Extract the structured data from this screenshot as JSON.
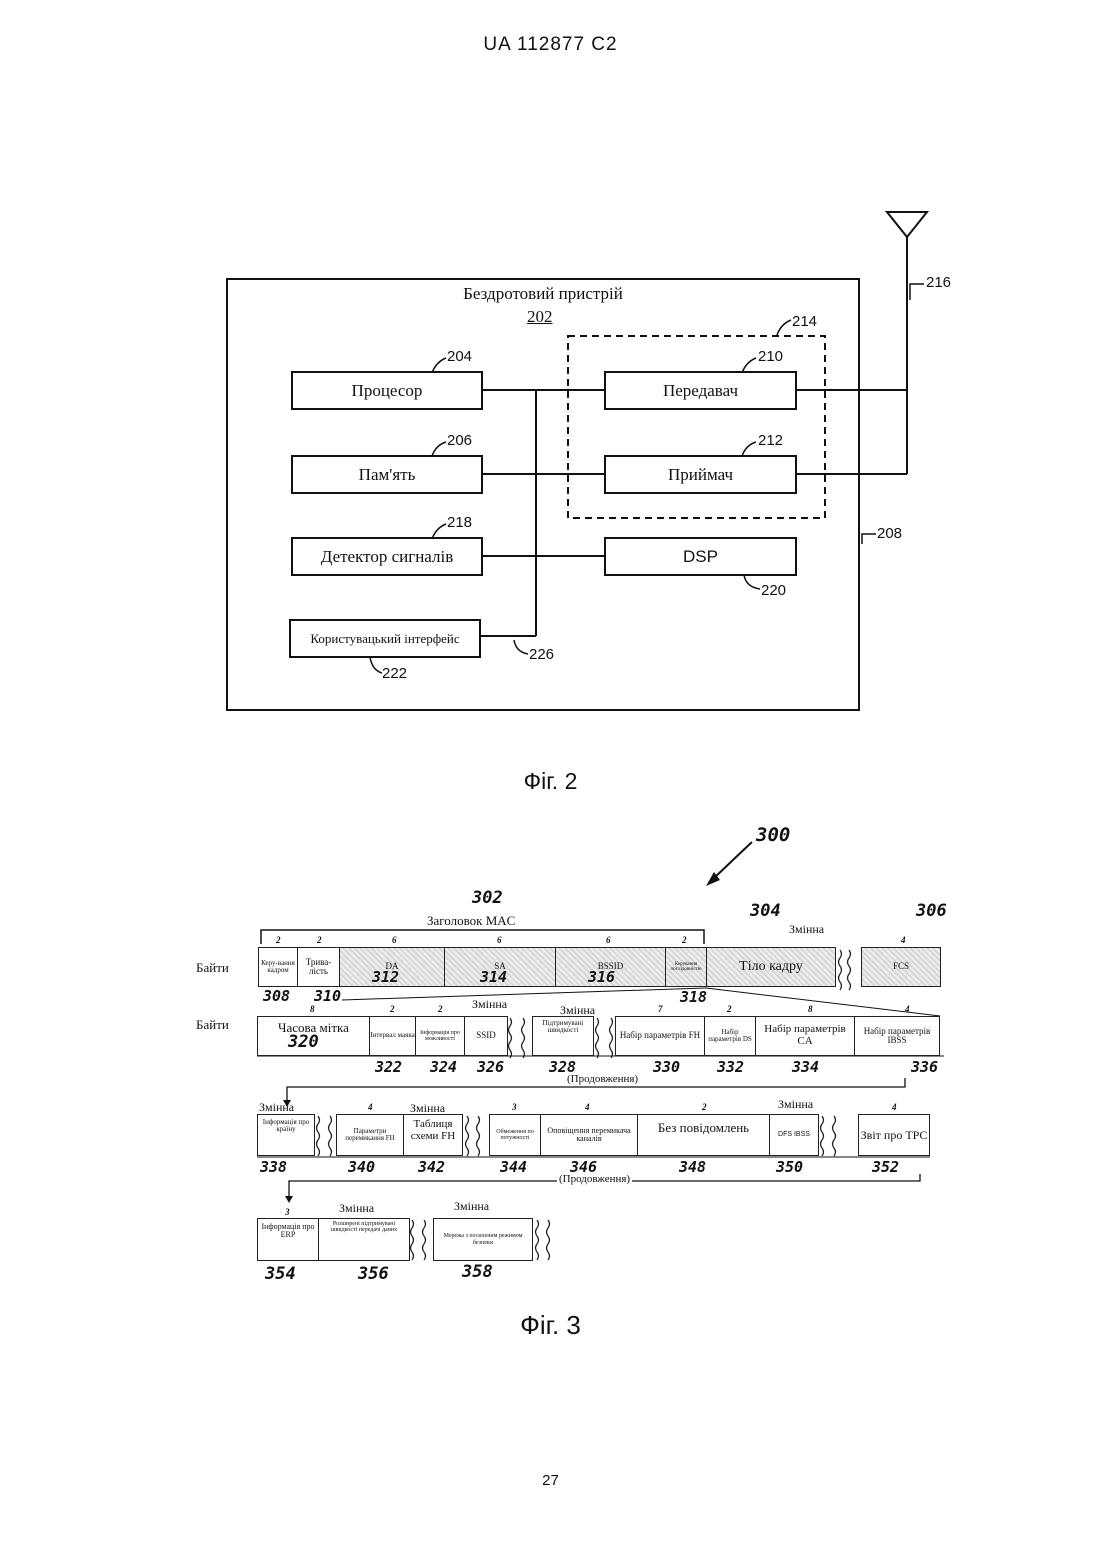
{
  "header": "UA 112877 C2",
  "page_number": "27",
  "fig2": {
    "caption": "Фіг. 2",
    "device_title": "Бездротовий пристрій",
    "device_ref": "202",
    "blocks": {
      "processor": {
        "label": "Процесор",
        "ref": "204"
      },
      "memory": {
        "label": "Пам'ять",
        "ref": "206"
      },
      "signal_detector": {
        "label": "Детектор сигналів",
        "ref": "218"
      },
      "user_interface": {
        "label": "Користувацький інтерфейс",
        "ref": "222"
      },
      "transmitter": {
        "label": "Передавач",
        "ref": "210"
      },
      "receiver": {
        "label": "Приймач",
        "ref": "212"
      },
      "dsp": {
        "label": "DSP",
        "ref": "220"
      }
    },
    "refs": {
      "antenna": "216",
      "housing": "208",
      "transceiver": "214",
      "bus": "226"
    }
  },
  "fig3": {
    "caption": "Фіг. 3",
    "ref_main": "300",
    "ref_mac": "302",
    "mac_header_label": "Заголовок MAC",
    "variable": "Змінна",
    "bytes_label": "Байти",
    "continued": "(Продовження)",
    "row1": [
      {
        "label": "Керу-вання кадром",
        "bytes": "2",
        "ref": "308"
      },
      {
        "label": "Трива-лість",
        "bytes": "2",
        "ref": "310"
      },
      {
        "label": "DA",
        "bytes": "6",
        "ref": "312"
      },
      {
        "label": "SA",
        "bytes": "6",
        "ref": "314"
      },
      {
        "label": "BSSID",
        "bytes": "6",
        "ref": "316"
      },
      {
        "label": "Керування послідовністю",
        "bytes": "2",
        "ref": "318"
      },
      {
        "label": "Тіло кадру",
        "ref": "304"
      },
      {
        "label": "FCS",
        "bytes": "4",
        "ref": "306"
      }
    ],
    "row2": [
      {
        "label": "Часова мітка",
        "bytes": "8",
        "ref": "320"
      },
      {
        "label": "Інтервал маяка",
        "bytes": "2",
        "ref": "322"
      },
      {
        "label": "Інформація про можливості",
        "bytes": "2",
        "ref": "324"
      },
      {
        "label": "SSID",
        "ref": "326"
      },
      {
        "label": "Підтримувані швидкості",
        "ref": "328"
      },
      {
        "label": "Набір параметрів FH",
        "bytes": "7",
        "ref": "330"
      },
      {
        "label": "Набір параметрів DS",
        "bytes": "2",
        "ref": "332"
      },
      {
        "label": "Набір параметрів CA",
        "bytes": "8",
        "ref": "334"
      },
      {
        "label": "Набір параметрів IBSS",
        "bytes": "4",
        "ref": "336"
      }
    ],
    "row3": [
      {
        "label": "Інформація про країну",
        "ref": "338"
      },
      {
        "label": "Параметри перемикання FH",
        "bytes": "4",
        "ref": "340"
      },
      {
        "label": "Таблиця схеми FH",
        "ref": "342"
      },
      {
        "label": "Обмеження по потужності",
        "bytes": "3",
        "ref": "344"
      },
      {
        "label": "Оповіщення перемикача каналів",
        "bytes": "4",
        "ref": "346"
      },
      {
        "label": "Без повідомлень",
        "bytes": "2",
        "ref": "348"
      },
      {
        "label": "DFS IBSS",
        "ref": "350"
      },
      {
        "label": "Звіт про TPC",
        "bytes": "4",
        "ref": "352"
      }
    ],
    "row4": [
      {
        "label": "Інформація про ERP",
        "bytes": "3",
        "ref": "354"
      },
      {
        "label": "Розширені підтримувані швидкості передачі даних",
        "ref": "356"
      },
      {
        "label": "Мережа з посиленим режимом безпеки",
        "ref": "358"
      }
    ]
  }
}
